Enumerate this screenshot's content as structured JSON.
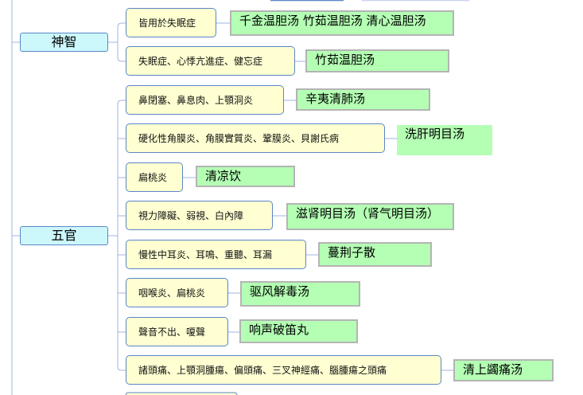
{
  "categories": [
    {
      "label": "神智",
      "items": [
        {
          "symptom": "皆用於失眠症",
          "formula": "千金温胆汤 竹茹温胆汤  清心温胆汤"
        },
        {
          "symptom": "失眠症、心悸亢進症、健忘症",
          "formula": "竹茹温胆汤"
        }
      ]
    },
    {
      "label": "五官",
      "items": [
        {
          "symptom": "鼻閉塞、鼻息肉、上顎洞炎",
          "formula": "辛夷清肺汤"
        },
        {
          "symptom": "硬化性角膜炎、角膜實質炎、鞏膜炎、貝謝氏病",
          "formula": "洗肝明目汤"
        },
        {
          "symptom": "扁桃炎",
          "formula": "清凉饮"
        },
        {
          "symptom": "視力障礙、弱視、白內障",
          "formula": "滋肾明目汤（肾气明目汤）"
        },
        {
          "symptom": "慢性中耳炎、耳鳴、重聽、耳漏",
          "formula": "蔓荆子散"
        },
        {
          "symptom": "咽喉炎、扁桃炎",
          "formula": "驱风解毒汤"
        },
        {
          "symptom": "聲音不出、嗄聲",
          "formula": "响声破笛丸"
        },
        {
          "symptom": "諸頭痛、上顎洞腫瘍、偏頭痛、三叉神經痛、腦腫瘍之頭痛",
          "formula": "清上蠲痛汤"
        }
      ]
    }
  ]
}
